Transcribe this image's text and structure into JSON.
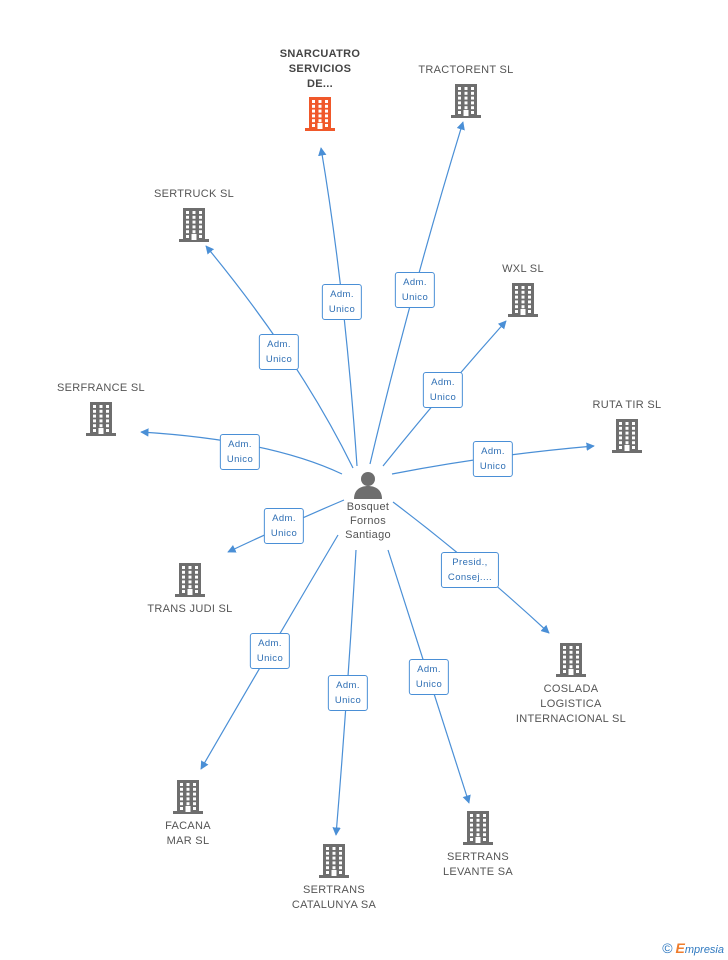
{
  "colors": {
    "edge": "#4a8fd6",
    "building": "#6e6e6e",
    "building_main": "#f0582a",
    "person": "#6e6e6e"
  },
  "center": {
    "name_lines": [
      "Bosquet",
      "Fornos",
      "Santiago"
    ],
    "icon": "person-icon"
  },
  "companies": [
    {
      "id": "snarcuatro",
      "lines": [
        "SNARCUATRO",
        "SERVICIOS",
        "DE..."
      ],
      "main": true
    },
    {
      "id": "tractorent",
      "lines": [
        "TRACTORENT SL"
      ]
    },
    {
      "id": "sertruck",
      "lines": [
        "SERTRUCK SL"
      ]
    },
    {
      "id": "wxl",
      "lines": [
        "WXL SL"
      ]
    },
    {
      "id": "serfrance",
      "lines": [
        "SERFRANCE SL"
      ]
    },
    {
      "id": "ruta-tir",
      "lines": [
        "RUTA TIR SL"
      ]
    },
    {
      "id": "trans-judi",
      "lines": [
        "TRANS JUDI SL"
      ]
    },
    {
      "id": "coslada",
      "lines": [
        "COSLADA",
        "LOGISTICA",
        "INTERNACIONAL SL"
      ]
    },
    {
      "id": "facana",
      "lines": [
        "FACANA",
        "MAR SL"
      ]
    },
    {
      "id": "sertrans-cat",
      "lines": [
        "SERTRANS",
        "CATALUNYA SA"
      ]
    },
    {
      "id": "sertrans-lev",
      "lines": [
        "SERTRANS",
        "LEVANTE SA"
      ]
    }
  ],
  "relations": [
    {
      "target": "snarcuatro",
      "lines": [
        "Adm.",
        "Unico"
      ]
    },
    {
      "target": "tractorent",
      "lines": [
        "Adm.",
        "Unico"
      ]
    },
    {
      "target": "sertruck",
      "lines": [
        "Adm.",
        "Unico"
      ]
    },
    {
      "target": "wxl",
      "lines": [
        "Adm.",
        "Unico"
      ]
    },
    {
      "target": "serfrance",
      "lines": [
        "Adm.",
        "Unico"
      ]
    },
    {
      "target": "ruta-tir",
      "lines": [
        "Adm.",
        "Unico"
      ]
    },
    {
      "target": "trans-judi",
      "lines": [
        "Adm.",
        "Unico"
      ]
    },
    {
      "target": "coslada",
      "lines": [
        "Presid.,",
        "Consej...."
      ]
    },
    {
      "target": "facana",
      "lines": [
        "Adm.",
        "Unico"
      ]
    },
    {
      "target": "sertrans-cat",
      "lines": [
        "Adm.",
        "Unico"
      ]
    },
    {
      "target": "sertrans-lev",
      "lines": [
        "Adm.",
        "Unico"
      ]
    }
  ],
  "footer": {
    "copyright": "©",
    "brand_initial": "E",
    "brand_rest": "mpresia"
  }
}
